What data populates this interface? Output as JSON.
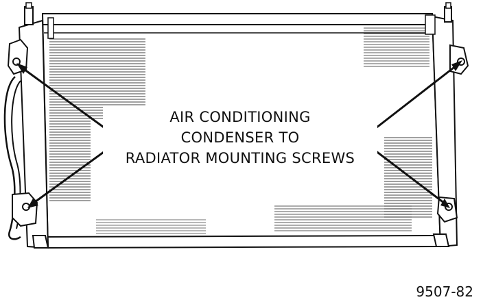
{
  "callout": {
    "line1": "AIR CONDITIONING",
    "line2": "CONDENSER TO",
    "line3": "RADIATOR MOUNTING SCREWS"
  },
  "figure_code": "9507-82",
  "colors": {
    "ink": "#111111",
    "paper": "#ffffff"
  }
}
